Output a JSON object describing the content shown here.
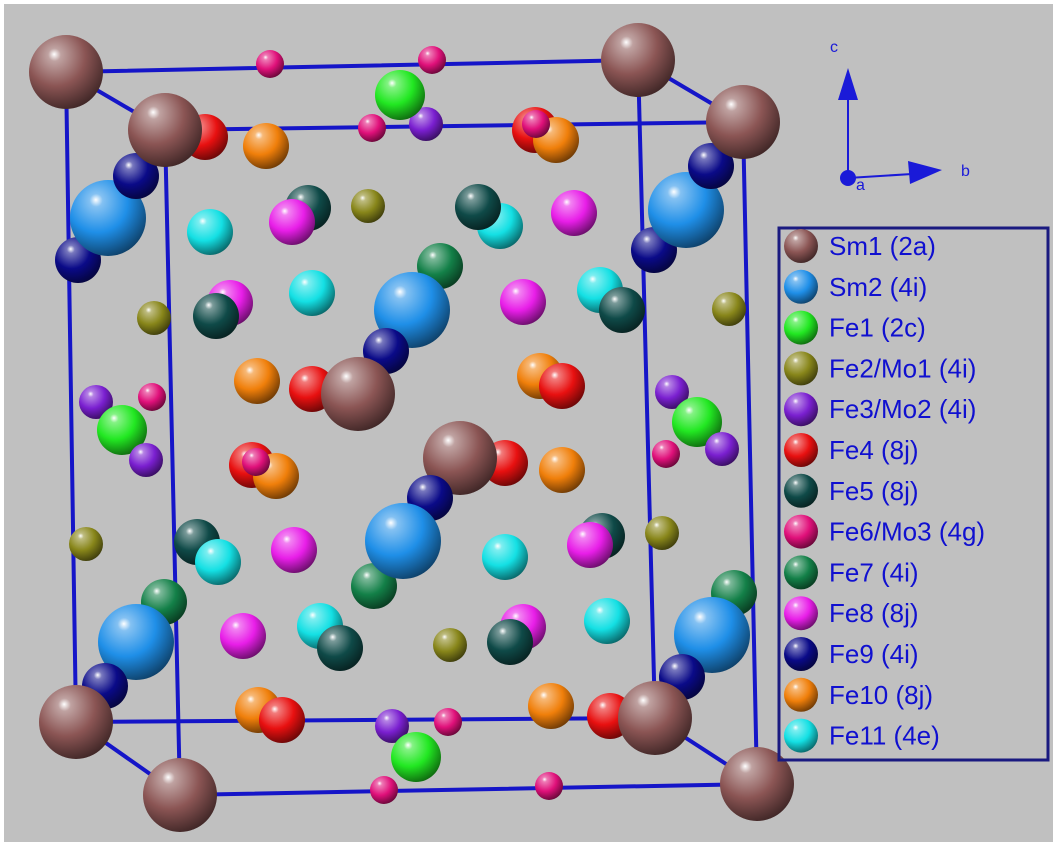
{
  "viewer": {
    "background": "#c0c0c0",
    "frame_color": "#ffffff",
    "cell_edge_color": "#1515c8"
  },
  "axes": {
    "c_label": "c",
    "b_label": "b",
    "a_label": "a",
    "color": "#1a1ad8"
  },
  "legend": {
    "border_color": "#1a1a80",
    "text_color": "#1010d0",
    "entries": [
      {
        "label": "Sm1 (2a)",
        "color": "#8b5554"
      },
      {
        "label": "Sm2 (4i)",
        "color": "#1f8fe8"
      },
      {
        "label": "Fe1 (2c)",
        "color": "#22e822"
      },
      {
        "label": "Fe2/Mo1 (4i)",
        "color": "#88861a"
      },
      {
        "label": "Fe3/Mo2 (4i)",
        "color": "#7a1fd0"
      },
      {
        "label": "Fe4 (8j)",
        "color": "#e81010"
      },
      {
        "label": "Fe5 (8j)",
        "color": "#0f4a48"
      },
      {
        "label": "Fe6/Mo3 (4g)",
        "color": "#e0107a"
      },
      {
        "label": "Fe7 (4i)",
        "color": "#138048"
      },
      {
        "label": "Fe8 (8j)",
        "color": "#e81ee8"
      },
      {
        "label": "Fe9 (4i)",
        "color": "#0a0a88"
      },
      {
        "label": "Fe10 (8j)",
        "color": "#f07f0a"
      },
      {
        "label": "Fe11 (4e)",
        "color": "#14e0e4"
      }
    ]
  }
}
